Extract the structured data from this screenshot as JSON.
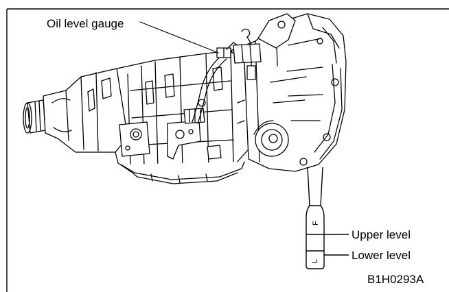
{
  "figure": {
    "callouts": {
      "oil_level_gauge": "Oil level gauge",
      "upper_level": "Upper level",
      "lower_level": "Lower level"
    },
    "reference_code": "B1H0293A",
    "dipstick_marks": {
      "full": "F",
      "low": "L"
    },
    "colors": {
      "line": "#000000",
      "background": "#ffffff"
    }
  }
}
